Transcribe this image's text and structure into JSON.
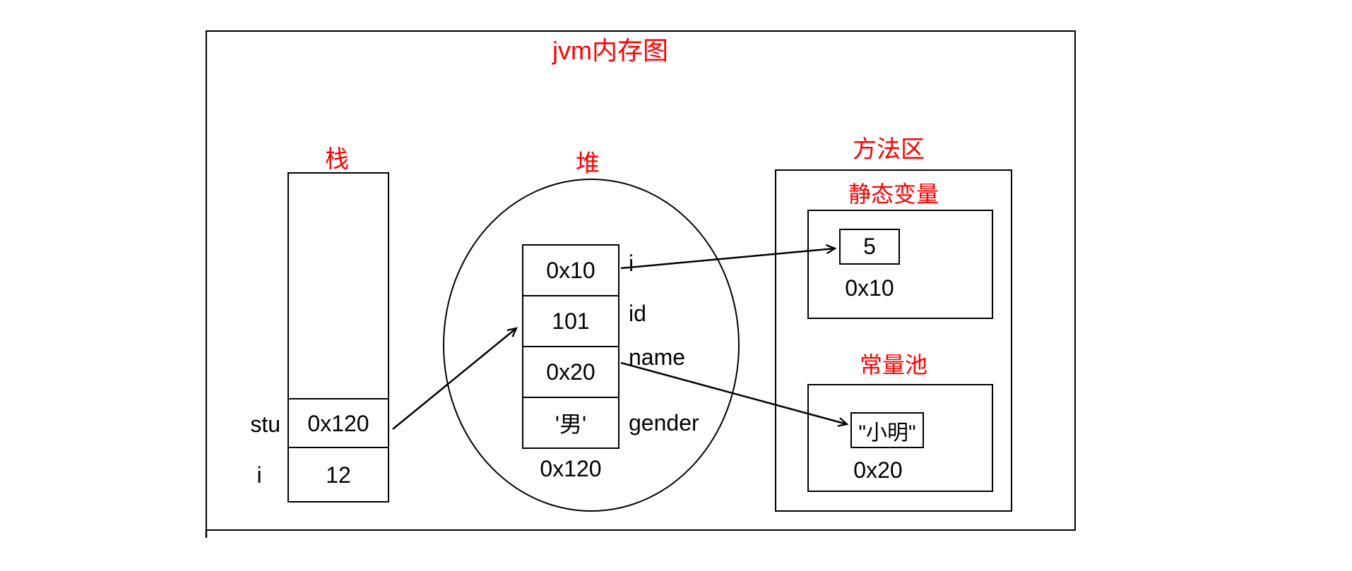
{
  "title": "jvm内存图",
  "colors": {
    "label_red": "#ff0000",
    "line_black": "#000000",
    "background": "#ffffff"
  },
  "stack": {
    "label": "栈",
    "vars": [
      {
        "name": "stu",
        "value": "0x120"
      },
      {
        "name": "i",
        "value": "12"
      }
    ]
  },
  "heap": {
    "label": "堆",
    "object": {
      "address": "0x120",
      "fields": [
        {
          "value": "0x10",
          "name": "i"
        },
        {
          "value": "101",
          "name": "id"
        },
        {
          "value": "0x20",
          "name": "name"
        },
        {
          "value": "'男'",
          "name": "gender"
        }
      ]
    }
  },
  "method_area": {
    "label": "方法区",
    "static_area": {
      "label": "静态变量",
      "value": "5",
      "address": "0x10"
    },
    "constant_pool": {
      "label": "常量池",
      "value": "\"小明\"",
      "address": "0x20"
    }
  }
}
